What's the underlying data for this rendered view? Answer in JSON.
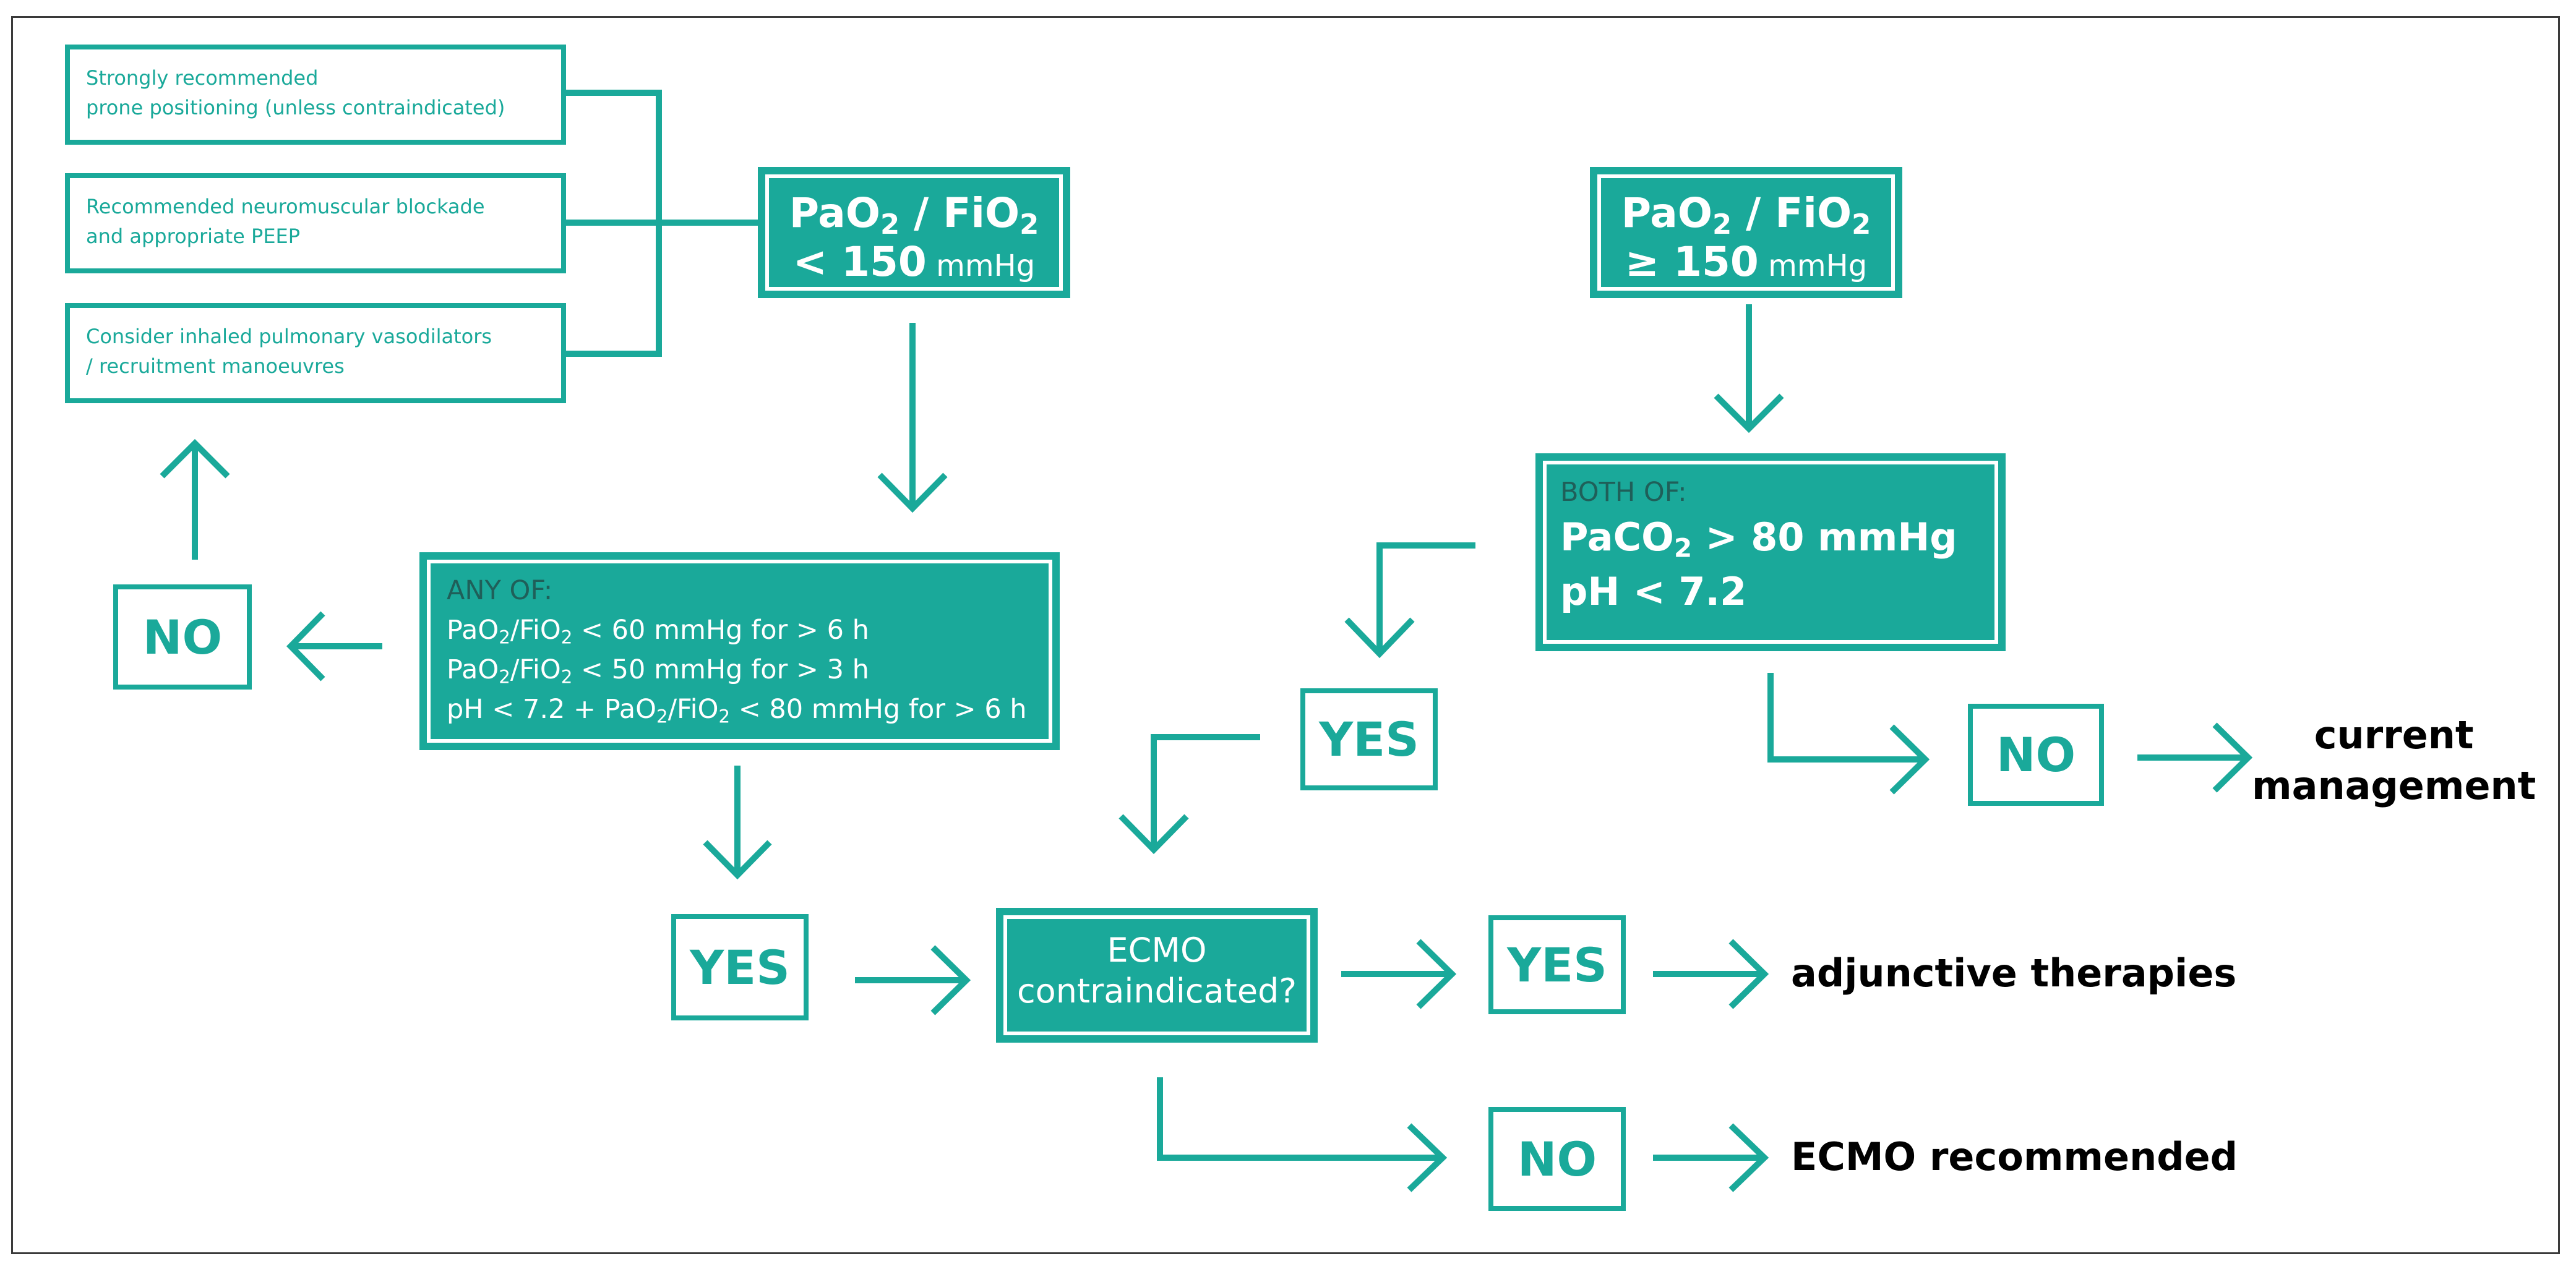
{
  "left_actions": [
    {
      "lines": [
        "Strongly recommended",
        "prone positioning (unless contraindicated)"
      ]
    },
    {
      "lines": [
        "Recommended neuromuscular blockade",
        "and appropriate PEEP"
      ]
    },
    {
      "lines": [
        "Consider inhaled pulmonary vasodilators",
        "/ recruitment manoeuvres"
      ]
    }
  ],
  "ratio_low": {
    "line1_a": "PaO",
    "line1_sub_a": "2",
    "line1_b": " / FiO",
    "line1_sub_b": "2",
    "line2_value": "< 150",
    "line2_unit": " mmHg"
  },
  "ratio_high": {
    "line1_a": "PaO",
    "line1_sub_a": "2",
    "line1_b": " / FiO",
    "line1_sub_b": "2",
    "line2_value": "≥ 150",
    "line2_unit": " mmHg"
  },
  "any_of": {
    "heading": "ANY OF:",
    "criteria": [
      {
        "a": "PaO",
        "s1": "2",
        "b": "/FiO",
        "s2": "2",
        "c": " < 60 mmHg for > 6 h"
      },
      {
        "a": "PaO",
        "s1": "2",
        "b": "/FiO",
        "s2": "2",
        "c": " < 50 mmHg for > 3 h"
      },
      {
        "pre": "pH < 7.2 + ",
        "a": "PaO",
        "s1": "2",
        "b": "/FiO",
        "s2": "2",
        "c": " < 80 mmHg for > 6 h"
      }
    ]
  },
  "both_of": {
    "heading": "BOTH OF:",
    "c1_a": "PaCO",
    "c1_sub": "2",
    "c1_b": " > 80 mmHg",
    "c2": "pH < 7.2"
  },
  "ecmo_question": {
    "line1": "ECMO",
    "line2": "contraindicated?"
  },
  "answers": {
    "no_left": "NO",
    "yes_low": "YES",
    "yes_mid": "YES",
    "yes_right": "YES",
    "no_ecmo": "NO",
    "no_right": "NO"
  },
  "outcomes": {
    "current_management": [
      "current",
      "management"
    ],
    "adjunctive": "adjunctive therapies",
    "ecmo_recommended": "ECMO recommended"
  },
  "colors": {
    "teal": "#1aa99a",
    "heading_dark": "#1f5f59",
    "text": "#000000"
  }
}
